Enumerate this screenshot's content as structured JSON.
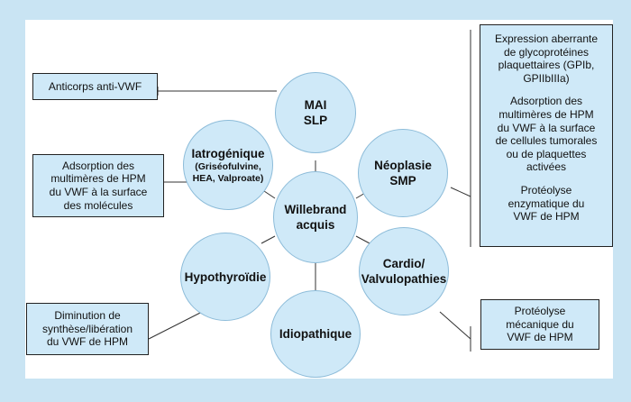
{
  "center": {
    "line1": "Willebrand",
    "line2": "acquis"
  },
  "causes": {
    "mai": {
      "line1": "MAI",
      "line2": "SLP"
    },
    "neoplasie": {
      "line1": "Néoplasie",
      "line2": "SMP"
    },
    "cardio": {
      "line1": "Cardio/",
      "line2": "Valvulopathies"
    },
    "idiopathique": {
      "line1": "Idiopathique"
    },
    "hypothyroidie": {
      "line1": "Hypothyroïdie"
    },
    "iatrogenique": {
      "line1": "Iatrogénique",
      "sub1": "(Griséofulvine,",
      "sub2": "HEA, Valproate)"
    }
  },
  "mechanisms": {
    "anticorps": "Anticorps anti-VWF",
    "adsorption_molecules": [
      "Adsorption des",
      "multimères de HPM",
      "du VWF à la surface",
      "des molécules"
    ],
    "diminution": [
      "Diminution de",
      "synthèse/libération",
      "du VWF de HPM"
    ],
    "proteolyse_mecanique": [
      "Protéolyse",
      "mécanique du",
      "VWF de HPM"
    ],
    "right_box": {
      "expression": [
        "Expression aberrante",
        "de glycoprotéines",
        "plaquettaires (GPIb,",
        "GPIIbIIIa)"
      ],
      "adsorption": [
        "Adsorption des",
        "multimères de HPM",
        "du VWF à la surface",
        "de cellules tumorales",
        "ou de plaquettes",
        "activées"
      ],
      "proteolyse": [
        "Protéolyse",
        "enzymatique du",
        "VWF de HPM"
      ]
    }
  }
}
